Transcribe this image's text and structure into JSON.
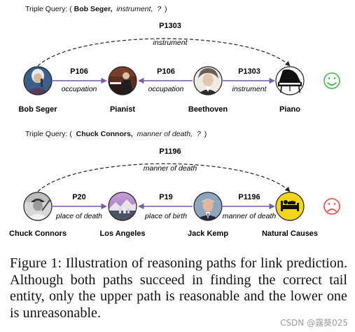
{
  "path1": {
    "query_prefix": "Triple Query: (",
    "query_head": "Bob Seger,",
    "query_rel": "instrument,",
    "query_tail": "?",
    "query_suffix": ")",
    "entities": [
      "Bob Seger",
      "Pianist",
      "Beethoven",
      "Piano"
    ],
    "edges": [
      {
        "pid": "P106",
        "label": "occupation"
      },
      {
        "pid": "P106",
        "label": "occupation"
      },
      {
        "pid": "P1303",
        "label": "instrument"
      }
    ],
    "shortcut": {
      "pid": "P1303",
      "label": "instrument"
    },
    "verdict": "reasonable",
    "verdict_color": "#46b04a"
  },
  "path2": {
    "query_prefix": "Triple Query: (",
    "query_head": "Chuck Connors,",
    "query_rel": "manner of death,",
    "query_tail": "?",
    "query_suffix": ")",
    "entities": [
      "Chuck Connors",
      "Los Angeles",
      "Jack Kemp",
      "Natural Causes"
    ],
    "edges": [
      {
        "pid": "P20",
        "label": "place of death"
      },
      {
        "pid": "P19",
        "label": "place of birth"
      },
      {
        "pid": "P1196",
        "label": "manner of death"
      }
    ],
    "shortcut": {
      "pid": "P1196",
      "label": "manner of death"
    },
    "verdict": "unreasonable",
    "verdict_color": "#e8453c"
  },
  "caption": "Figure 1: Illustration of reasoning paths for link prediction. Although both paths succeed in finding the correct tail entity, only the upper path is reasonable and the lower one is unreasonable.",
  "watermark": "CSDN @露葵025",
  "colors": {
    "arrow": "#7b5aa6",
    "shortcut": "#222222"
  }
}
